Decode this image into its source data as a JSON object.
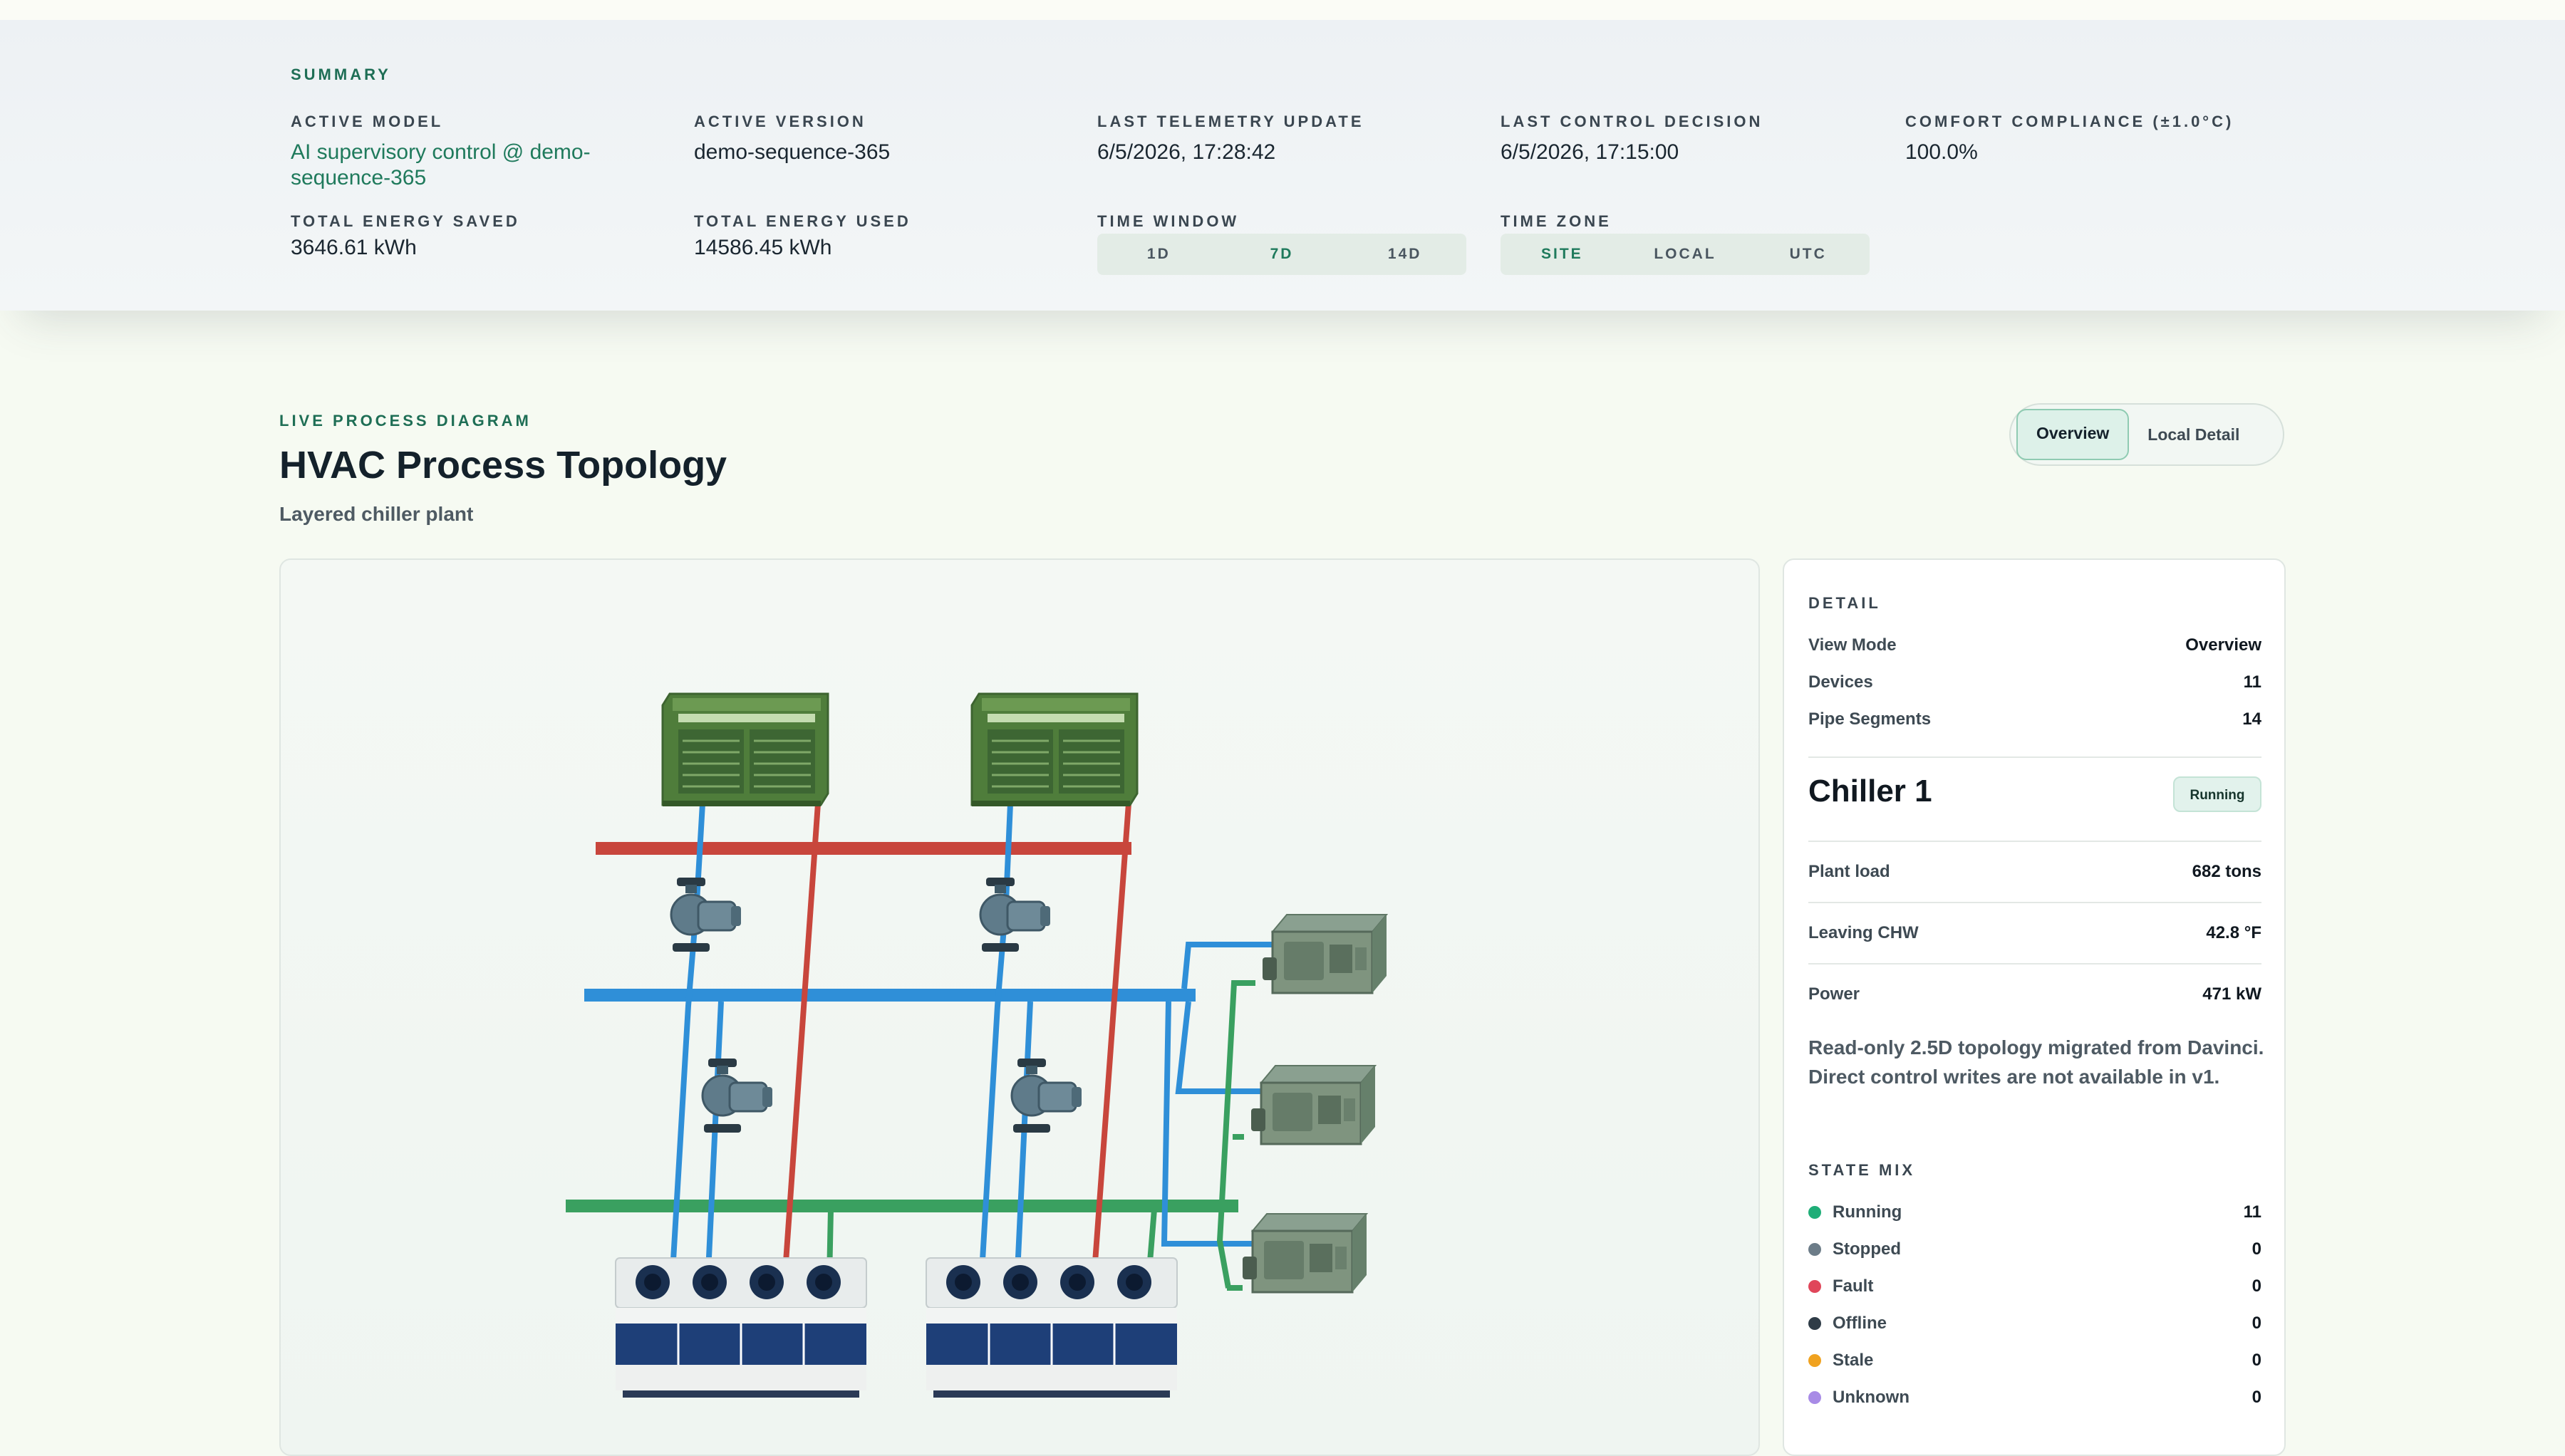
{
  "summary": {
    "eyebrow": "SUMMARY",
    "active_model": {
      "label": "ACTIVE MODEL",
      "value": "AI supervisory control @ demo-sequence-365"
    },
    "active_version": {
      "label": "ACTIVE VERSION",
      "value": "demo-sequence-365"
    },
    "last_telemetry": {
      "label": "LAST TELEMETRY UPDATE",
      "value": "6/5/2026, 17:28:42"
    },
    "last_control": {
      "label": "LAST CONTROL DECISION",
      "value": "6/5/2026, 17:15:00"
    },
    "comfort": {
      "label": "COMFORT COMPLIANCE (±1.0°C)",
      "value": "100.0%"
    },
    "energy_saved": {
      "label": "TOTAL ENERGY SAVED",
      "value": "3646.61 kWh"
    },
    "energy_used": {
      "label": "TOTAL ENERGY USED",
      "value": "14586.45 kWh"
    },
    "time_window": {
      "label": "TIME WINDOW",
      "options": [
        "1D",
        "7D",
        "14D"
      ],
      "selected": "7D"
    },
    "time_zone": {
      "label": "TIME ZONE",
      "options": [
        "SITE",
        "LOCAL",
        "UTC"
      ],
      "selected": "SITE"
    }
  },
  "section": {
    "eyebrow": "LIVE PROCESS DIAGRAM",
    "title": "HVAC Process Topology",
    "subtitle": "Layered chiller plant"
  },
  "view_toggle": {
    "options": [
      "Overview",
      "Local Detail"
    ],
    "selected": "Overview"
  },
  "detail": {
    "eyebrow": "DETAIL",
    "rows": [
      {
        "label": "View Mode",
        "value": "Overview"
      },
      {
        "label": "Devices",
        "value": "11"
      },
      {
        "label": "Pipe Segments",
        "value": "14"
      }
    ],
    "device": {
      "name": "Chiller 1",
      "status": "Running"
    },
    "metrics": [
      {
        "label": "Plant load",
        "value": "682 tons"
      },
      {
        "label": "Leaving CHW",
        "value": "42.8 °F"
      },
      {
        "label": "Power",
        "value": "471 kW"
      }
    ],
    "note": "Read-only 2.5D topology migrated from Davinci. Direct control writes are not available in v1.",
    "state_mix": {
      "eyebrow": "STATE MIX",
      "items": [
        {
          "label": "Running",
          "value": "11",
          "color": "#1fae78"
        },
        {
          "label": "Stopped",
          "value": "0",
          "color": "#6c7c88"
        },
        {
          "label": "Fault",
          "value": "0",
          "color": "#e0465a"
        },
        {
          "label": "Offline",
          "value": "0",
          "color": "#2f3c47"
        },
        {
          "label": "Stale",
          "value": "0",
          "color": "#f0a21f"
        },
        {
          "label": "Unknown",
          "value": "0",
          "color": "#a88be6"
        }
      ]
    }
  },
  "colors": {
    "accent": "#1f7a5c",
    "pipe_supply": "#c8463c",
    "pipe_chw": "#2f8fd8",
    "pipe_cw": "#3aa060"
  }
}
